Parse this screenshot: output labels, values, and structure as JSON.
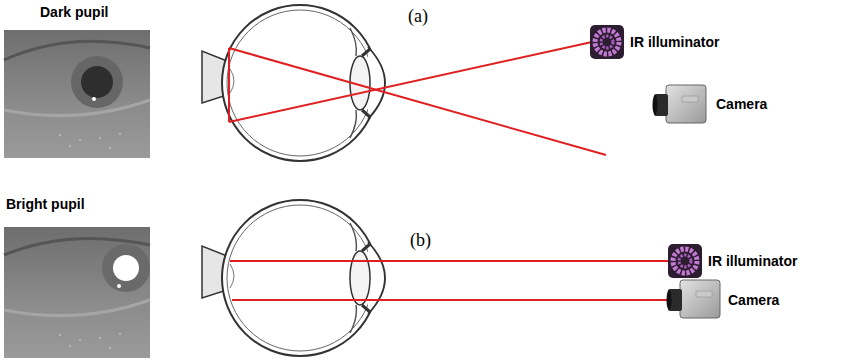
{
  "diagram": {
    "labels": [
      "Dark pupil",
      "(a)",
      "IR illuminator",
      "Camera",
      "Bright pupil",
      "(b)",
      "IR illuminator",
      "Camera"
    ]
  }
}
